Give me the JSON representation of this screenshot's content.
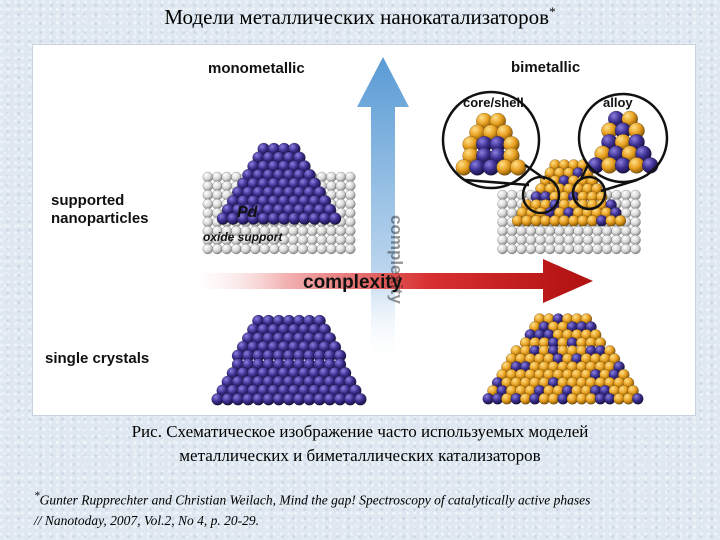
{
  "slide": {
    "title": "Модели металлических нанокатализаторов",
    "title_marker": "*"
  },
  "figure": {
    "labels": {
      "monometallic": "monometallic",
      "bimetallic": "bimetallic",
      "core_shell": "core/shell",
      "alloy": "alloy",
      "supported_line1": "supported",
      "supported_line2": "nanoparticles",
      "single_crystals": "single crystals",
      "pd": "Pd",
      "oxide_support": "oxide support",
      "complexity_horizontal": "complexity",
      "complexity_vertical": "complexity"
    },
    "colors": {
      "pd_atom": "#3b2f8f",
      "second_metal_atom": "#e8a020",
      "support": "#d8d8d8",
      "arrow_red": "#c81818",
      "arrow_blue": "#6fa8dc"
    },
    "icons": [
      "pd-crystal-icon",
      "supported-particle-icon",
      "bimetallic-crystal-icon",
      "bimetallic-particle-icon"
    ]
  },
  "caption": {
    "line1": "Рис. Схематическое изображение часто используемых моделей",
    "line2": "металлических и биметаллических катализаторов"
  },
  "reference": {
    "marker": "*",
    "line1": "Gunter Rupprechter and Christian Weilach, Mind the gap! Spectroscopy of catalytically active phases",
    "line2": "// Nanotoday, 2007, Vol.2, No 4, p. 20-29."
  }
}
